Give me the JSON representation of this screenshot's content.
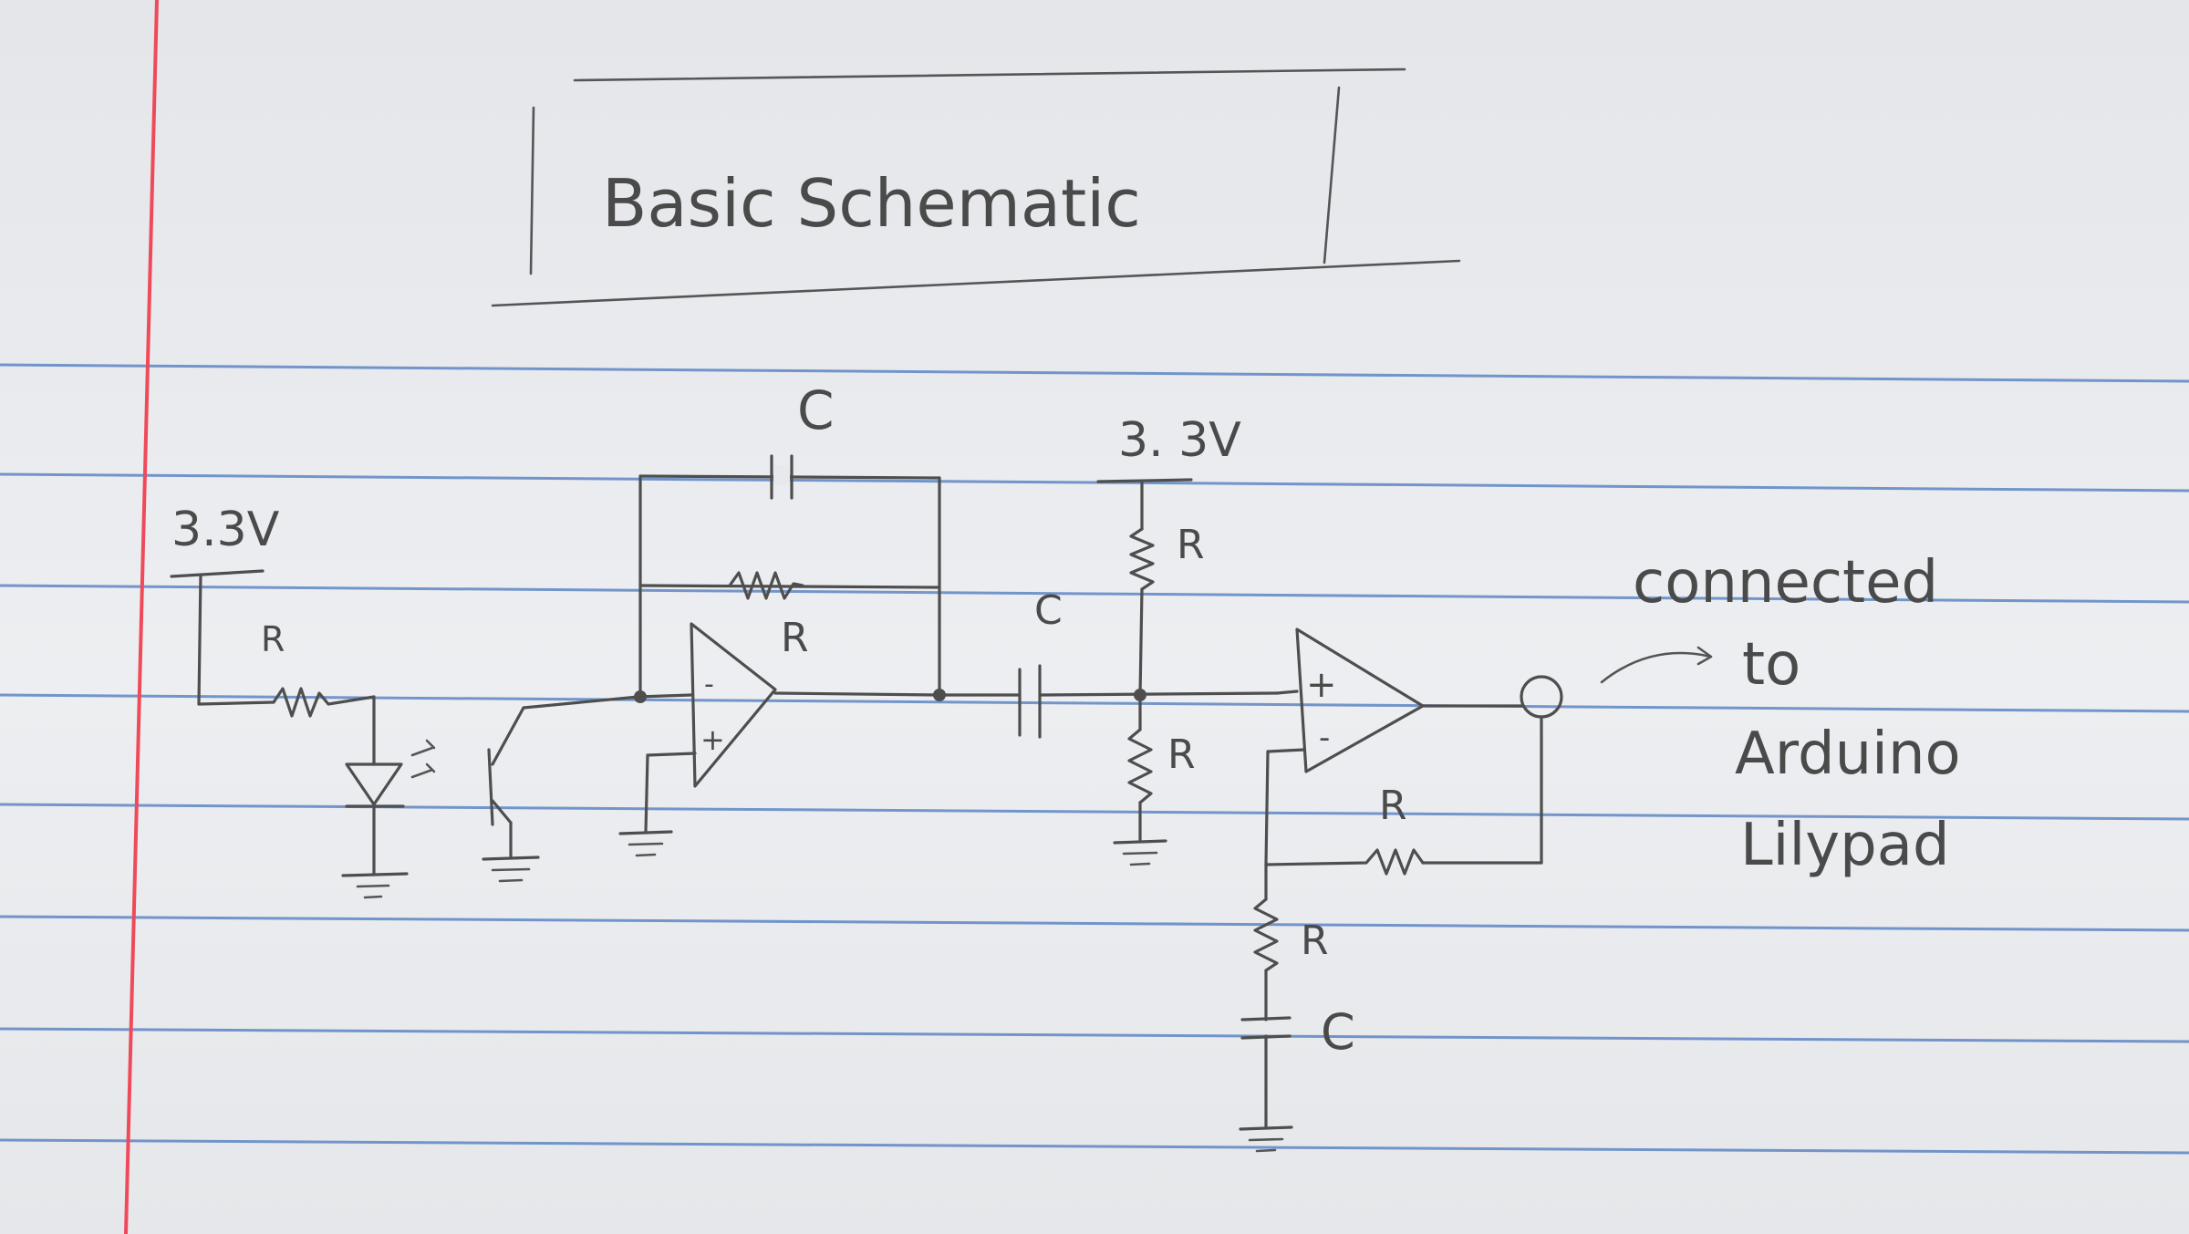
{
  "title": "Basic Schematic",
  "labels": {
    "supply_left": "3.3V",
    "supply_mid": "3. 3V",
    "r_input": "R",
    "c_feedback": "C",
    "r_feedback": "R",
    "c_coupling": "C",
    "r_bias_top": "R",
    "r_bias_bottom": "R",
    "r_gain": "R",
    "r_ground": "R",
    "c_ground": "C",
    "opamp1_minus": "-",
    "opamp1_plus": "+",
    "opamp2_plus": "+",
    "opamp2_minus": "-"
  },
  "note": {
    "line1": "connected",
    "line2": "to",
    "line3": "Arduino",
    "line4": "Lilypad"
  },
  "colors": {
    "paper": "#e8e9ec",
    "ruled_line": "#5d86c4",
    "margin_line": "#ef4a5a",
    "pencil": "#4a4a4a"
  }
}
